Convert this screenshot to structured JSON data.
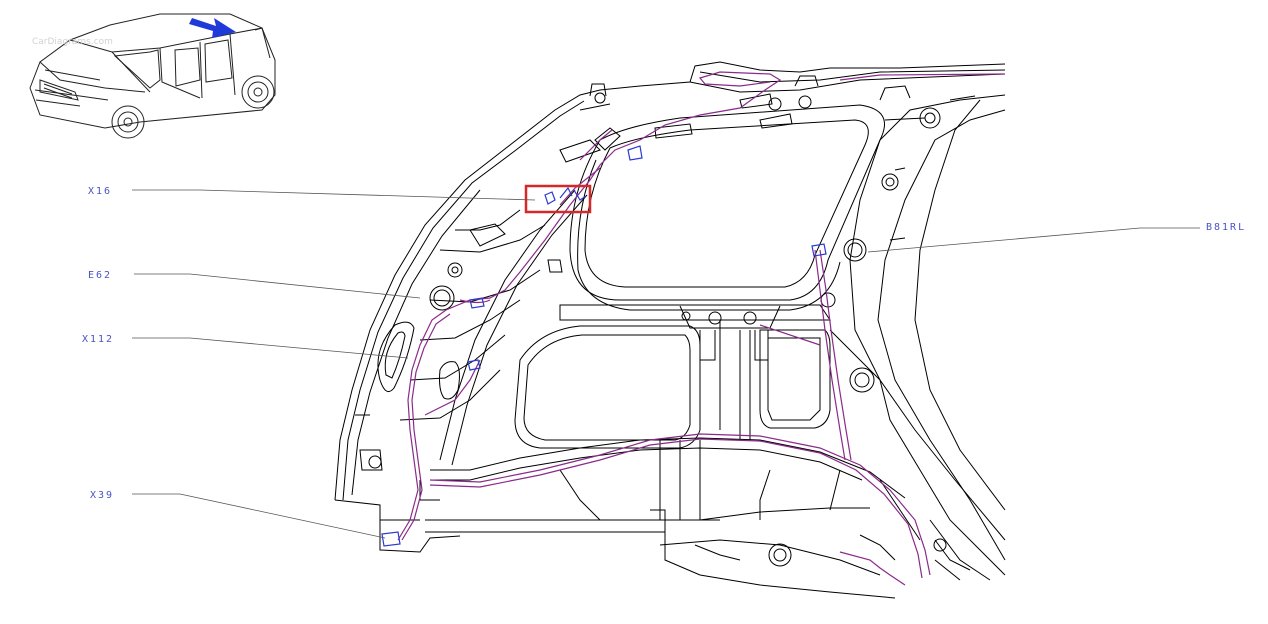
{
  "labels": {
    "x16": "X16",
    "e62": "E62",
    "x112": "X112",
    "x39": "X39",
    "b81rl": "B81RL"
  },
  "watermark": "CarDiagrams.com",
  "colors": {
    "line": "#000000",
    "harness": "#8a2b8a",
    "connector": "#2a3ad0",
    "callout": "#555555",
    "label": "#4a52c8",
    "highlight": "#d62828",
    "arrow": "#1f3ad8"
  }
}
